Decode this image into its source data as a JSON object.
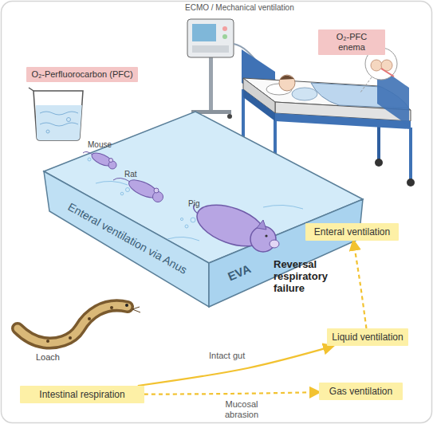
{
  "diagram": {
    "nodes": [
      {
        "text": [
          "O₂-PFC enema"
        ]
      },
      {
        "text": [
          "O₂-Perfluorocarbon (PFC)"
        ]
      },
      {
        "text": [
          "Enteral ventilation"
        ]
      },
      {
        "text": [
          "Liquid ventilation"
        ]
      },
      {
        "text": [
          "Intestinal respiration"
        ]
      },
      {
        "text": [
          "Gas ventilation"
        ]
      }
    ],
    "edges": [
      {
        "from": 4,
        "to": 3,
        "arrow": "to",
        "label": "Intact gut"
      },
      {
        "from": 4,
        "to": 5,
        "arrow": "to",
        "label": "Mucosal abrasion"
      },
      {
        "from": 3,
        "to": 2,
        "arrow": "to",
        "label": "Reversal respiratory failure"
      }
    ],
    "labels": [
      "ECMO / Mechanical ventilation",
      "Mouse",
      "Rat",
      "Pig",
      "Enteral ventilation via Anus",
      "EVA",
      "Loach"
    ]
  }
}
